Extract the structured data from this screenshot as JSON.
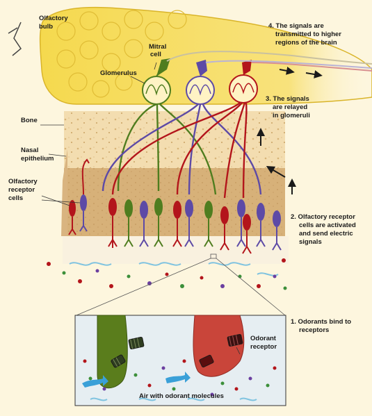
{
  "labels": {
    "olfactory_bulb": [
      "Olfactory",
      "bulb"
    ],
    "mitral_cell": [
      "Mitral",
      "cell"
    ],
    "glomerulus": "Glomerulus",
    "bone": "Bone",
    "nasal_epithelium": [
      "Nasal",
      "epithelium"
    ],
    "olfactory_receptor_cells": [
      "Olfactory",
      "receptor",
      "cells"
    ],
    "odorant_receptor": [
      "Odorant",
      "receptor"
    ],
    "air_with_odorant": "Air with odorant molecules"
  },
  "steps": [
    {
      "lines": [
        "1. Odorants bind to",
        "receptors"
      ]
    },
    {
      "lines": [
        "2. Olfactory receptor",
        "cells are activated",
        "and send electric",
        "signals"
      ]
    },
    {
      "lines": [
        "3. The signals",
        "are relayed",
        "in glomeruli"
      ]
    },
    {
      "lines": [
        "4. The signals are",
        "transmitted to higher",
        "regions of the brain"
      ]
    }
  ],
  "colors": {
    "background": "#fdf6de",
    "bulb": "#f7dc5a",
    "bone": "#f3ddb0",
    "epithelium": "#d7b078",
    "red_cells": "#b3151b",
    "green_cells": "#4f7d1f",
    "purple_cells": "#5d4aa6",
    "air": "#e6eef2",
    "water_waves": "#7fc3e0"
  },
  "icons": [
    "arrow-icon",
    "odorant-molecule-icon",
    "receptor-icon"
  ]
}
